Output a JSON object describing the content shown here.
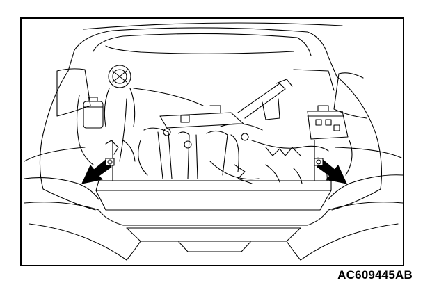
{
  "figure": {
    "code": "AC609445AB",
    "colors": {
      "line": "#000000",
      "background": "#ffffff"
    },
    "callouts": [
      {
        "id": "left-arrow",
        "icon": "arrow-pointer-icon"
      },
      {
        "id": "right-arrow",
        "icon": "arrow-pointer-icon"
      }
    ]
  }
}
